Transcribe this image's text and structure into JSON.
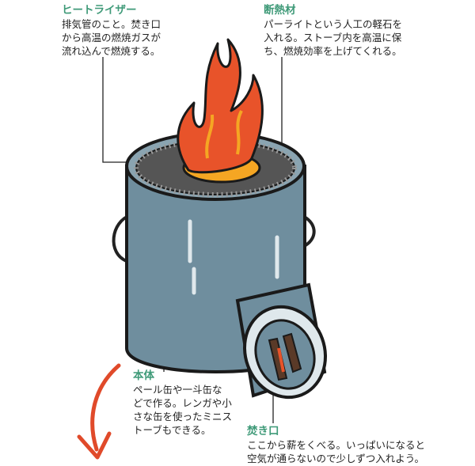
{
  "labels": {
    "heat_riser": {
      "title": "ヒートライザー",
      "lines": [
        "排気管のこと。焚き口",
        "から高温の燃焼ガスが",
        "流れ込んで燃焼する。"
      ]
    },
    "insulation": {
      "title": "断熱材",
      "lines": [
        "パーライトという人工の軽石を",
        "入れる。ストーブ内を高温に保",
        "ち、燃焼効率を上げてくれる。"
      ]
    },
    "body": {
      "title": "本体",
      "lines": [
        "ペール缶や一斗缶な",
        "どで作る。レンガや小",
        "さな缶を使ったミニス",
        "トーブもできる。"
      ]
    },
    "fuel_inlet": {
      "title": "焚き口",
      "lines": [
        "ここから薪をくべる。いっぱいになると",
        "空気が通らないので少しずつ入れよう。"
      ]
    }
  },
  "colors": {
    "title_green": "#3f9a78",
    "can_blue": "#6f8e9e",
    "flame_orange": "#e8532a",
    "flame_yellow": "#f5a623",
    "arrow_red": "#e04a2a"
  }
}
